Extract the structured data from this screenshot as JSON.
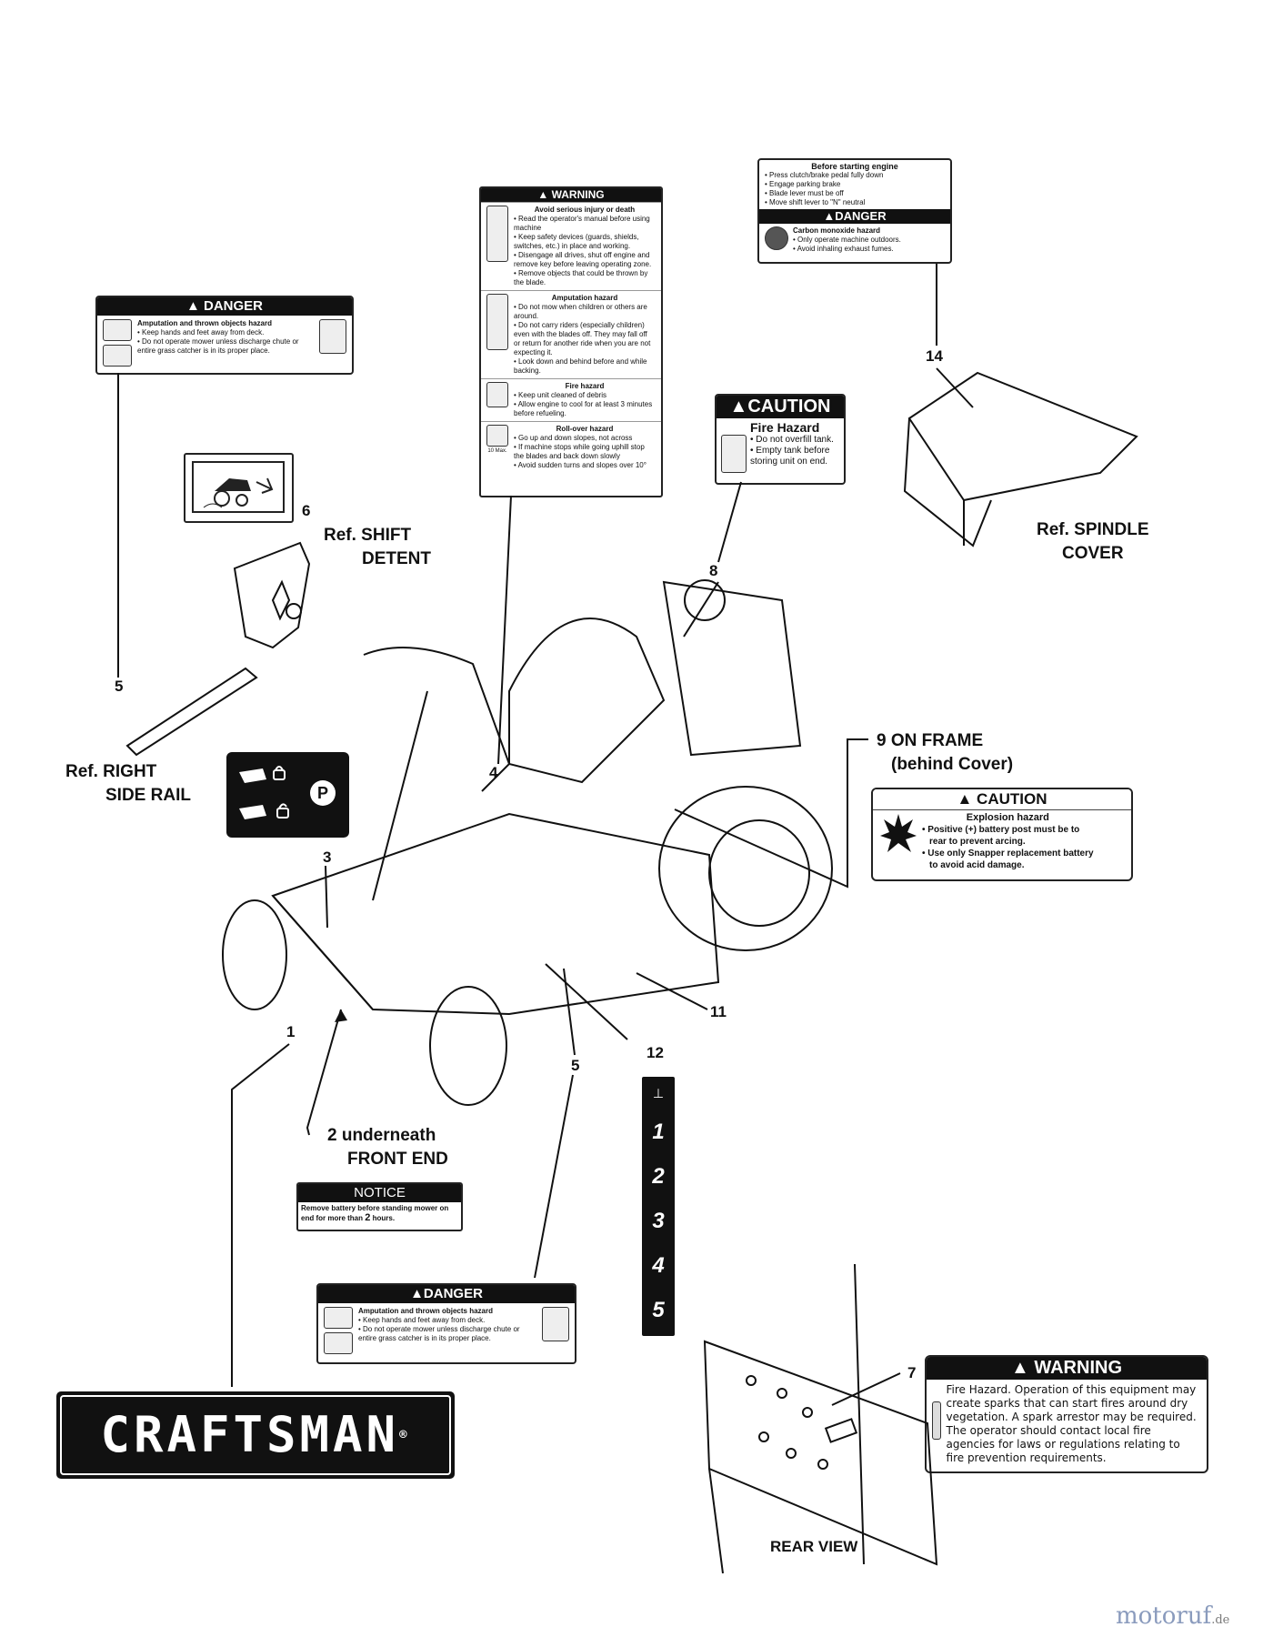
{
  "decals": {
    "danger_top": {
      "header": "▲ DANGER",
      "title": "Amputation and thrown objects hazard",
      "lines": [
        "• Keep hands and feet away from deck.",
        "• Do not operate mower unless discharge chute or entire grass catcher is in its proper place."
      ]
    },
    "warning_main": {
      "header": "▲ WARNING",
      "sections": [
        {
          "title": "Avoid serious injury or death",
          "lines": [
            "• Read the operator's manual before using machine",
            "• Keep safety devices (guards, shields, switches, etc.) in place and working.",
            "• Disengage all drives, shut off engine and remove key before leaving operating zone.",
            "• Remove objects that could be thrown by the blade."
          ]
        },
        {
          "title": "Amputation hazard",
          "lines": [
            "• Do not mow when children or others are around.",
            "• Do not carry riders (especially children) even with the blades off. They may fall off or return for another ride when you are not expecting it.",
            "• Look down and behind before and while backing."
          ]
        },
        {
          "title": "Fire hazard",
          "lines": [
            "• Keep unit cleaned of debris",
            "• Allow engine to cool for at least 3 minutes before refueling."
          ]
        },
        {
          "title": "Roll-over hazard",
          "lines": [
            "• Go up and down slopes, not across",
            "• If machine stops while going uphill stop the blades and back down slowly",
            "• Avoid sudden turns and slopes over 10°"
          ]
        }
      ],
      "slope_label": "10 Max."
    },
    "before_start": {
      "title": "Before starting engine",
      "lines": [
        "• Press clutch/brake pedal fully down",
        "• Engage parking brake",
        "• Blade lever must be off",
        "• Move shift lever to \"N\" neutral"
      ],
      "header": "▲DANGER",
      "hazard": "Carbon monoxide hazard",
      "hazard_lines": [
        "• Only operate machine outdoors.",
        "• Avoid inhaling exhaust fumes."
      ]
    },
    "caution_fire": {
      "header": "▲CAUTION",
      "title": "Fire Hazard",
      "lines": [
        "• Do not overfill tank.",
        "• Empty tank before",
        "storing unit on end."
      ]
    },
    "caution_explosion": {
      "header": "▲ CAUTION",
      "title": "Explosion hazard",
      "lines": [
        "• Positive (+) battery post must be to",
        "rear to prevent arcing.",
        "• Use only Snapper replacement battery",
        "to avoid acid damage."
      ]
    },
    "notice": {
      "header": "NOTICE",
      "text_a": "Remove battery before standing mower on",
      "text_b": "end for more than",
      "bold": "2",
      "text_c": "hours."
    },
    "danger_bottom": {
      "header": "▲DANGER",
      "title": "Amputation and thrown objects hazard",
      "lines": [
        "• Keep hands and feet away from deck.",
        "• Do not operate mower unless discharge chute or entire grass catcher is in its proper place."
      ]
    },
    "warning_fire": {
      "header": "▲ WARNING",
      "text": "Fire Hazard. Operation of this equipment may create sparks that can start fires around dry vegetation. A spark arrestor may be required. The operator should contact local fire agencies for laws or regulations relating to fire prevention requirements."
    },
    "gear_strip": [
      "1",
      "2",
      "3",
      "4",
      "5"
    ]
  },
  "labels": {
    "shift_detent_a": "Ref. SHIFT",
    "shift_detent_b": "DETENT",
    "spindle_a": "Ref. SPINDLE",
    "spindle_b": "COVER",
    "side_rail_a": "Ref. RIGHT",
    "side_rail_b": "SIDE RAIL",
    "frame_a": "9 ON FRAME",
    "frame_b": "(behind Cover)",
    "underneath_a": "2  underneath",
    "underneath_b": "FRONT END",
    "rear_view": "REAR VIEW"
  },
  "callouts": {
    "n1": "1",
    "n3": "3",
    "n4": "4",
    "n5a": "5",
    "n5b": "5",
    "n6": "6",
    "n7": "7",
    "n8": "8",
    "n11": "11",
    "n12": "12",
    "n14": "14"
  },
  "brand": {
    "name": "CRAFTSMAN",
    "reg": "®"
  },
  "watermark": {
    "main": "motoruf",
    "suffix": ".de"
  }
}
